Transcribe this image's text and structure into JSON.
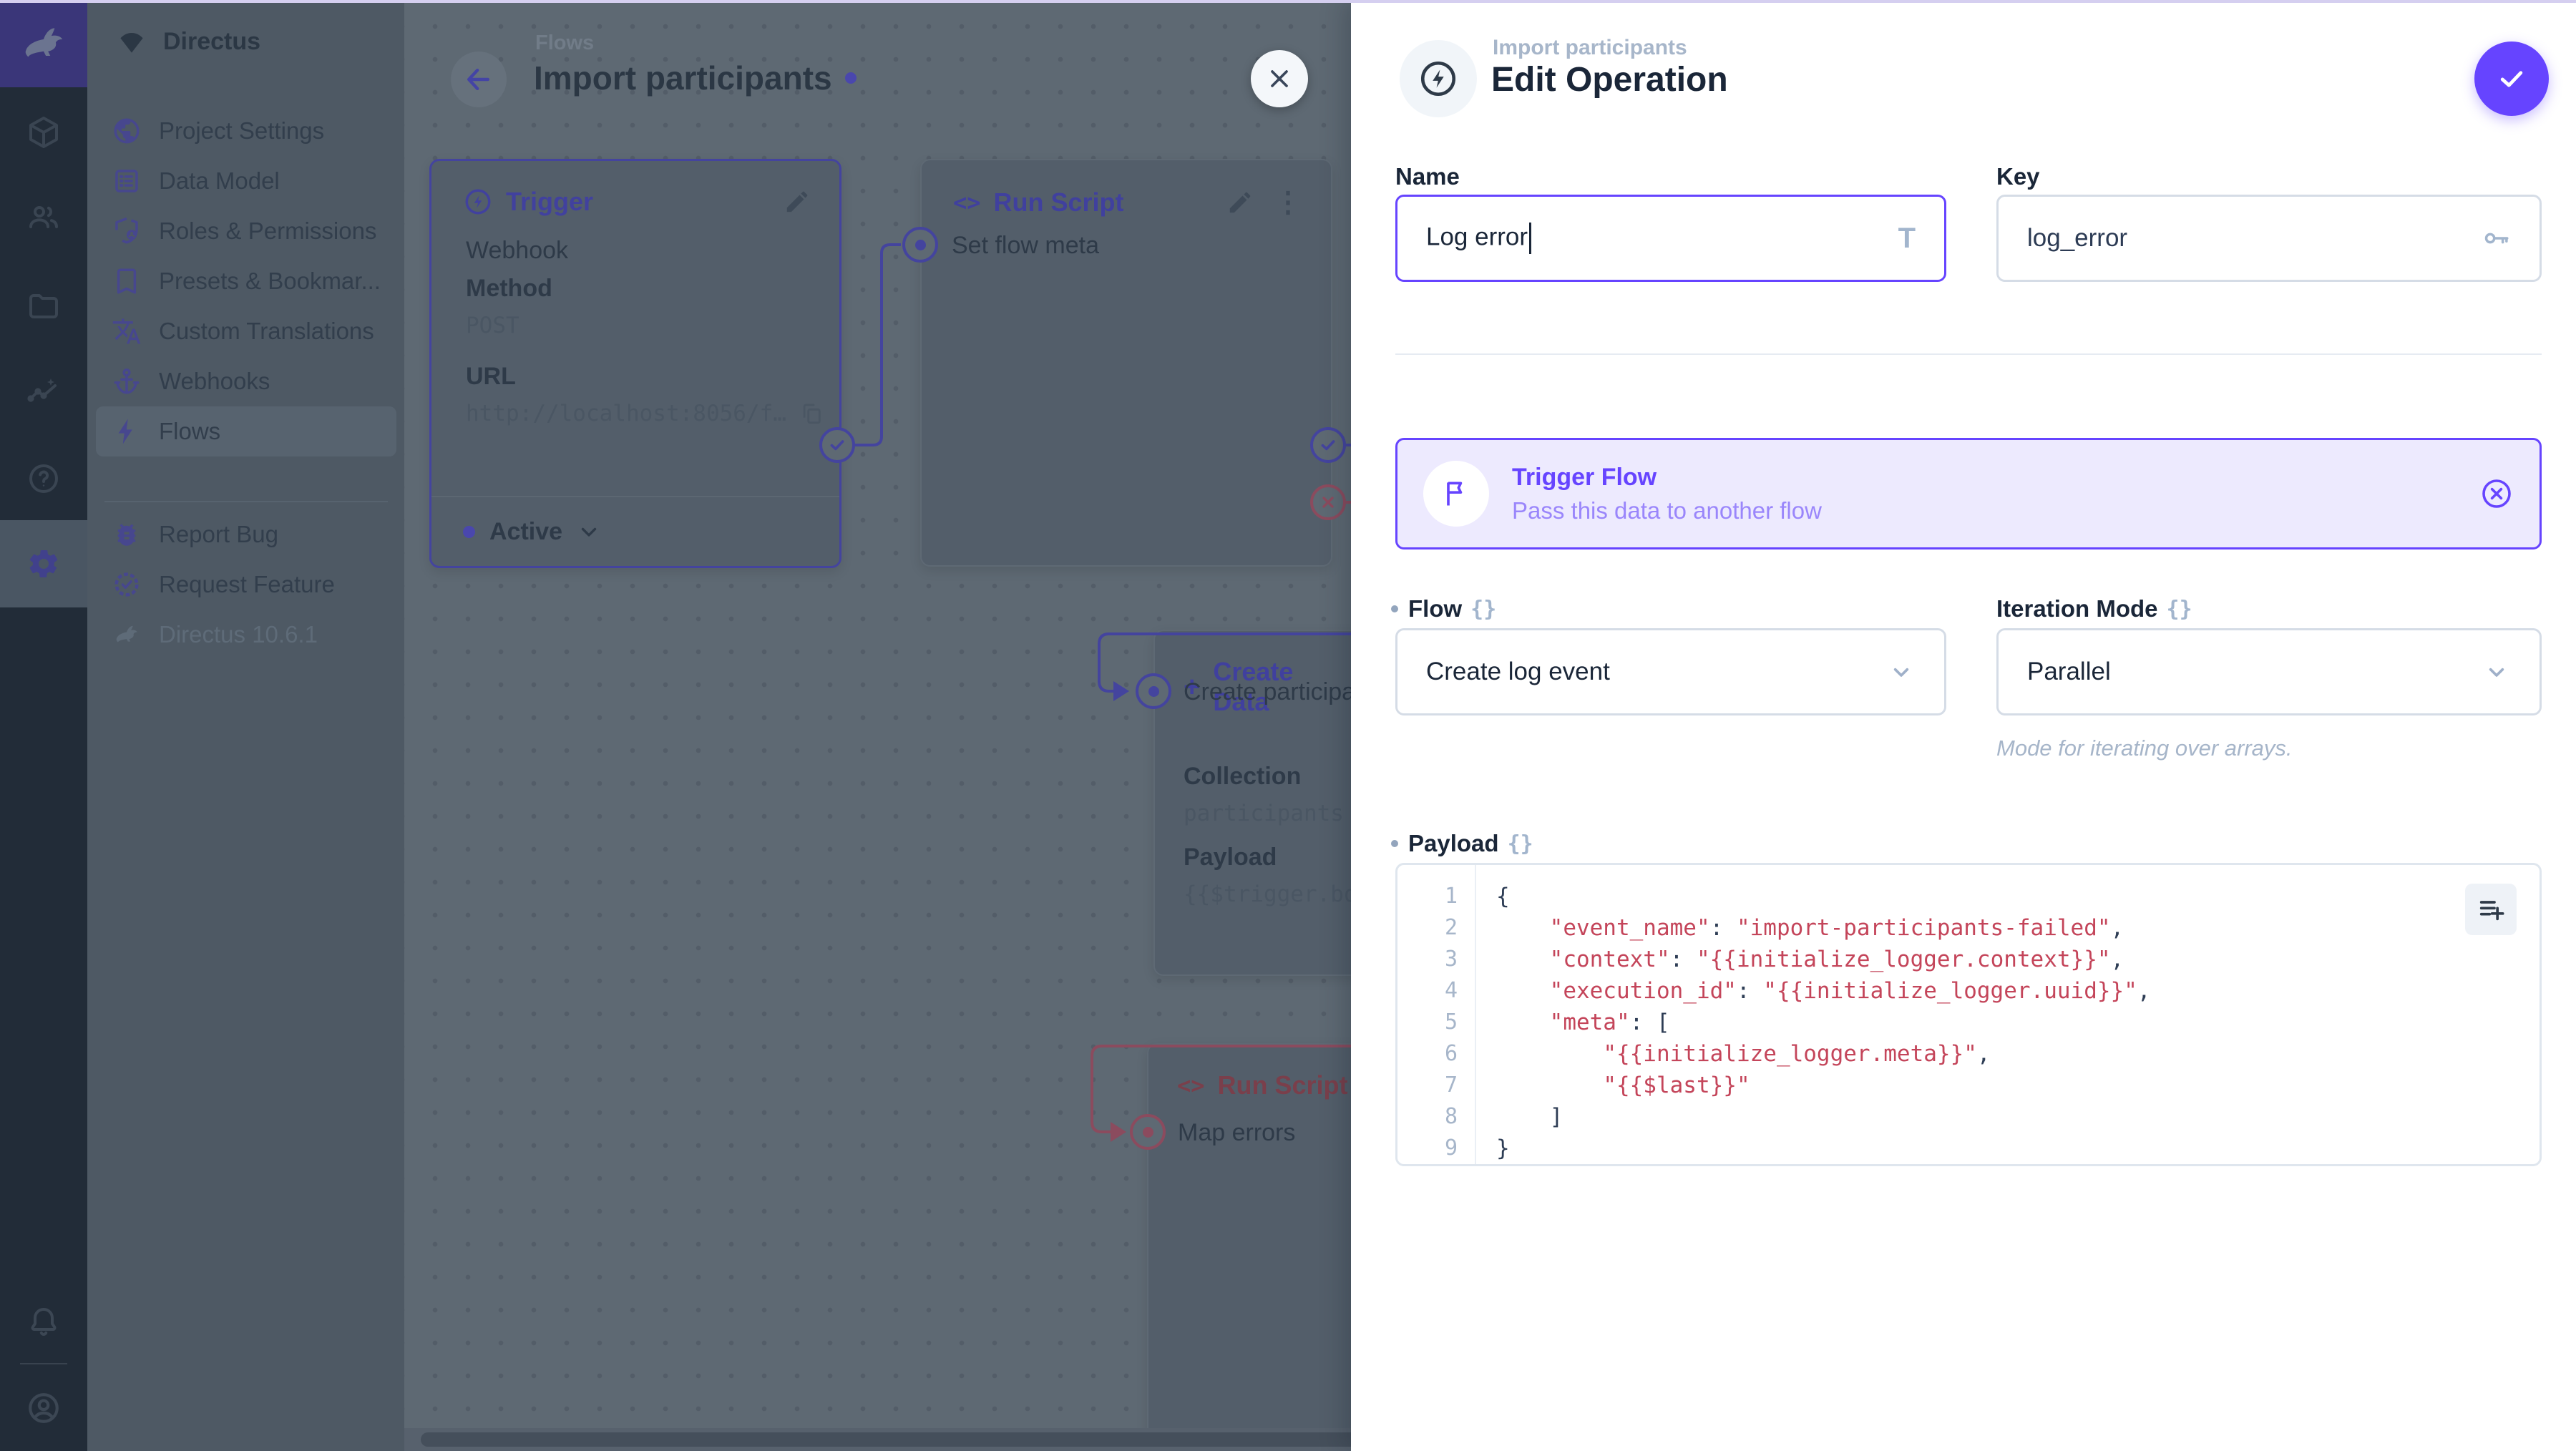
{
  "colors": {
    "accent": "#6644ff",
    "accent_dim": "#44449e",
    "danger_dim": "#8b4b5e",
    "code_red": "#c4455a",
    "canvas_bg": "#5e6973",
    "card_bg": "#535e6a",
    "module_bar_bg": "#222c38",
    "nav_bg": "#4e5964",
    "banner_bg": "#edeafe",
    "drawer_bg": "#ffffff"
  },
  "icons": {
    "plus": "+",
    "code": "<>",
    "braces": "{}",
    "dots": "⋮",
    "text_t": "T",
    "question": "?"
  },
  "sidebar": {
    "project": "Directus",
    "items": [
      {
        "label": "Project Settings"
      },
      {
        "label": "Data Model"
      },
      {
        "label": "Roles & Permissions"
      },
      {
        "label": "Presets & Bookmar..."
      },
      {
        "label": "Custom Translations"
      },
      {
        "label": "Webhooks"
      },
      {
        "label": "Flows"
      }
    ],
    "footer": [
      {
        "label": "Report Bug"
      },
      {
        "label": "Request Feature"
      }
    ],
    "version": "Directus 10.6.1"
  },
  "canvas": {
    "breadcrumb": "Flows",
    "title": "Import participants",
    "trigger_card": {
      "title": "Trigger",
      "type": "Webhook",
      "method_label": "Method",
      "method": "POST",
      "url_label": "URL",
      "url": "http://localhost:8056/f…",
      "status": "Active"
    },
    "script_card": {
      "title": "Run Script",
      "input": "Set flow meta"
    },
    "create_card": {
      "title": "Create Data",
      "input": "Create participant",
      "collection_label": "Collection",
      "collection": "participants",
      "payload_label": "Payload",
      "payload_preview": "{{$trigger.bod"
    },
    "error_card": {
      "title": "Run Script",
      "input": "Map errors"
    }
  },
  "drawer": {
    "breadcrumb": "Import participants",
    "title": "Edit Operation",
    "name": {
      "label": "Name",
      "value": "Log error"
    },
    "key": {
      "label": "Key",
      "value": "log_error"
    },
    "banner": {
      "title": "Trigger Flow",
      "subtitle": "Pass this data to another flow"
    },
    "flow": {
      "label": "Flow",
      "value": "Create log event"
    },
    "iteration": {
      "label": "Iteration Mode",
      "value": "Parallel",
      "note": "Mode for iterating over arrays."
    },
    "payload": {
      "label": "Payload",
      "lines": [
        [
          [
            "p",
            "{"
          ]
        ],
        [
          [
            "p",
            "    "
          ],
          [
            "s",
            "\"event_name\""
          ],
          [
            "p",
            ": "
          ],
          [
            "s",
            "\"import-participants-failed\""
          ],
          [
            "p",
            ","
          ]
        ],
        [
          [
            "p",
            "    "
          ],
          [
            "s",
            "\"context\""
          ],
          [
            "p",
            ": "
          ],
          [
            "s",
            "\"{{initialize_logger.context}}\""
          ],
          [
            "p",
            ","
          ]
        ],
        [
          [
            "p",
            "    "
          ],
          [
            "s",
            "\"execution_id\""
          ],
          [
            "p",
            ": "
          ],
          [
            "s",
            "\"{{initialize_logger.uuid}}\""
          ],
          [
            "p",
            ","
          ]
        ],
        [
          [
            "p",
            "    "
          ],
          [
            "s",
            "\"meta\""
          ],
          [
            "p",
            ": ["
          ]
        ],
        [
          [
            "p",
            "        "
          ],
          [
            "s",
            "\"{{initialize_logger.meta}}\""
          ],
          [
            "p",
            ","
          ]
        ],
        [
          [
            "p",
            "        "
          ],
          [
            "s",
            "\"{{$last}}\""
          ]
        ],
        [
          [
            "p",
            "    ]"
          ]
        ],
        [
          [
            "p",
            "}"
          ]
        ]
      ]
    }
  }
}
